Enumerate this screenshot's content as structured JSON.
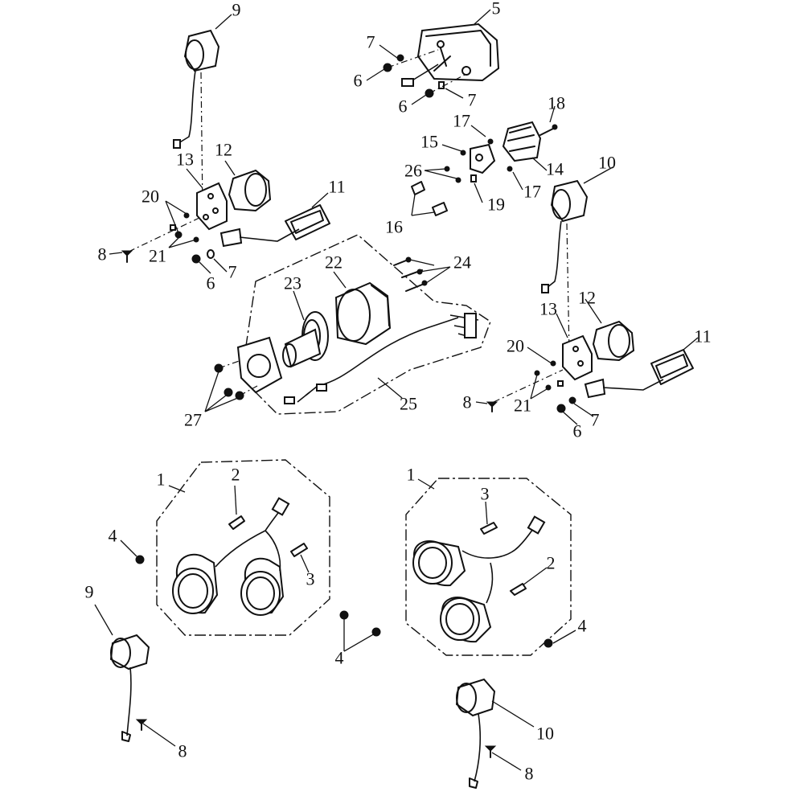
{
  "callouts": {
    "c1a": "1",
    "c1b": "1",
    "c2a": "2",
    "c2b": "2",
    "c3a": "3",
    "c3b": "3",
    "c4a": "4",
    "c4b": "4",
    "c4c": "4",
    "c5": "5",
    "c6a": "6",
    "c6b": "6",
    "c6c": "6",
    "c6d": "6",
    "c7a": "7",
    "c7b": "7",
    "c7c": "7",
    "c7d": "7",
    "c8a": "8",
    "c8b": "8",
    "c8c": "8",
    "c8d": "8",
    "c9a": "9",
    "c9b": "9",
    "c10a": "10",
    "c10b": "10",
    "c11a": "11",
    "c11b": "11",
    "c12a": "12",
    "c12b": "12",
    "c13a": "13",
    "c13b": "13",
    "c14": "14",
    "c15": "15",
    "c16": "16",
    "c17a": "17",
    "c17b": "17",
    "c18": "18",
    "c19": "19",
    "c20a": "20",
    "c20b": "20",
    "c21a": "21",
    "c21b": "21",
    "c22": "22",
    "c23": "23",
    "c24": "24",
    "c25": "25",
    "c26": "26",
    "c27": "27"
  }
}
